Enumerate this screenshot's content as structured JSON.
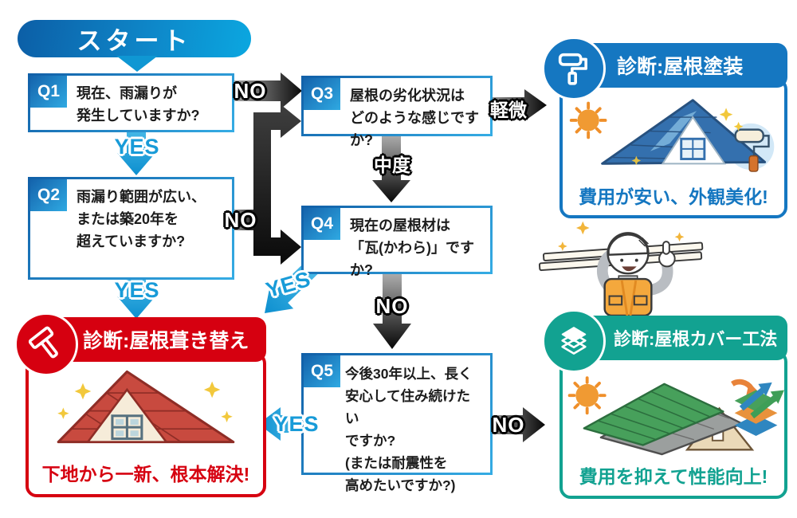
{
  "start": {
    "label": "スタート"
  },
  "questions": [
    {
      "id": "Q1",
      "text": "現在、雨漏りが\n発生していますか?"
    },
    {
      "id": "Q2",
      "text": "雨漏り範囲が広い、\nまたは築20年を\n超えていますか?"
    },
    {
      "id": "Q3",
      "text": "屋根の劣化状況は\nどのような感じですか?"
    },
    {
      "id": "Q4",
      "text": "現在の屋根材は\n「瓦(かわら)」ですか?"
    },
    {
      "id": "Q5",
      "text": "今後30年以上、長く\n安心して住み続けたい\nですか?\n(または耐震性を\n高めたいですか?)"
    }
  ],
  "labels": {
    "yes": "YES",
    "no": "NO",
    "minor": "軽微",
    "moderate": "中度"
  },
  "results": {
    "paint": {
      "title": "診断:屋根塗装",
      "caption": "費用が安い、外観美化!",
      "icon": "paint-roller-icon",
      "color": "#1577c1"
    },
    "rebuild": {
      "title": "診断:屋根葺き替え",
      "caption": "下地から一新、根本解決!",
      "icon": "hammer-icon",
      "color": "#d60010"
    },
    "cover": {
      "title": "診断:屋根カバー工法",
      "caption": "費用を抑えて性能向上!",
      "icon": "layers-icon",
      "color": "#12a291"
    }
  },
  "colors": {
    "box_border_blue": "#1577c1",
    "gradient_light_blue": "#2fa9e2",
    "arrow_blue": "#189bd8",
    "arrow_black": "#0a0a0a",
    "red": "#d60010",
    "teal": "#12a291"
  }
}
